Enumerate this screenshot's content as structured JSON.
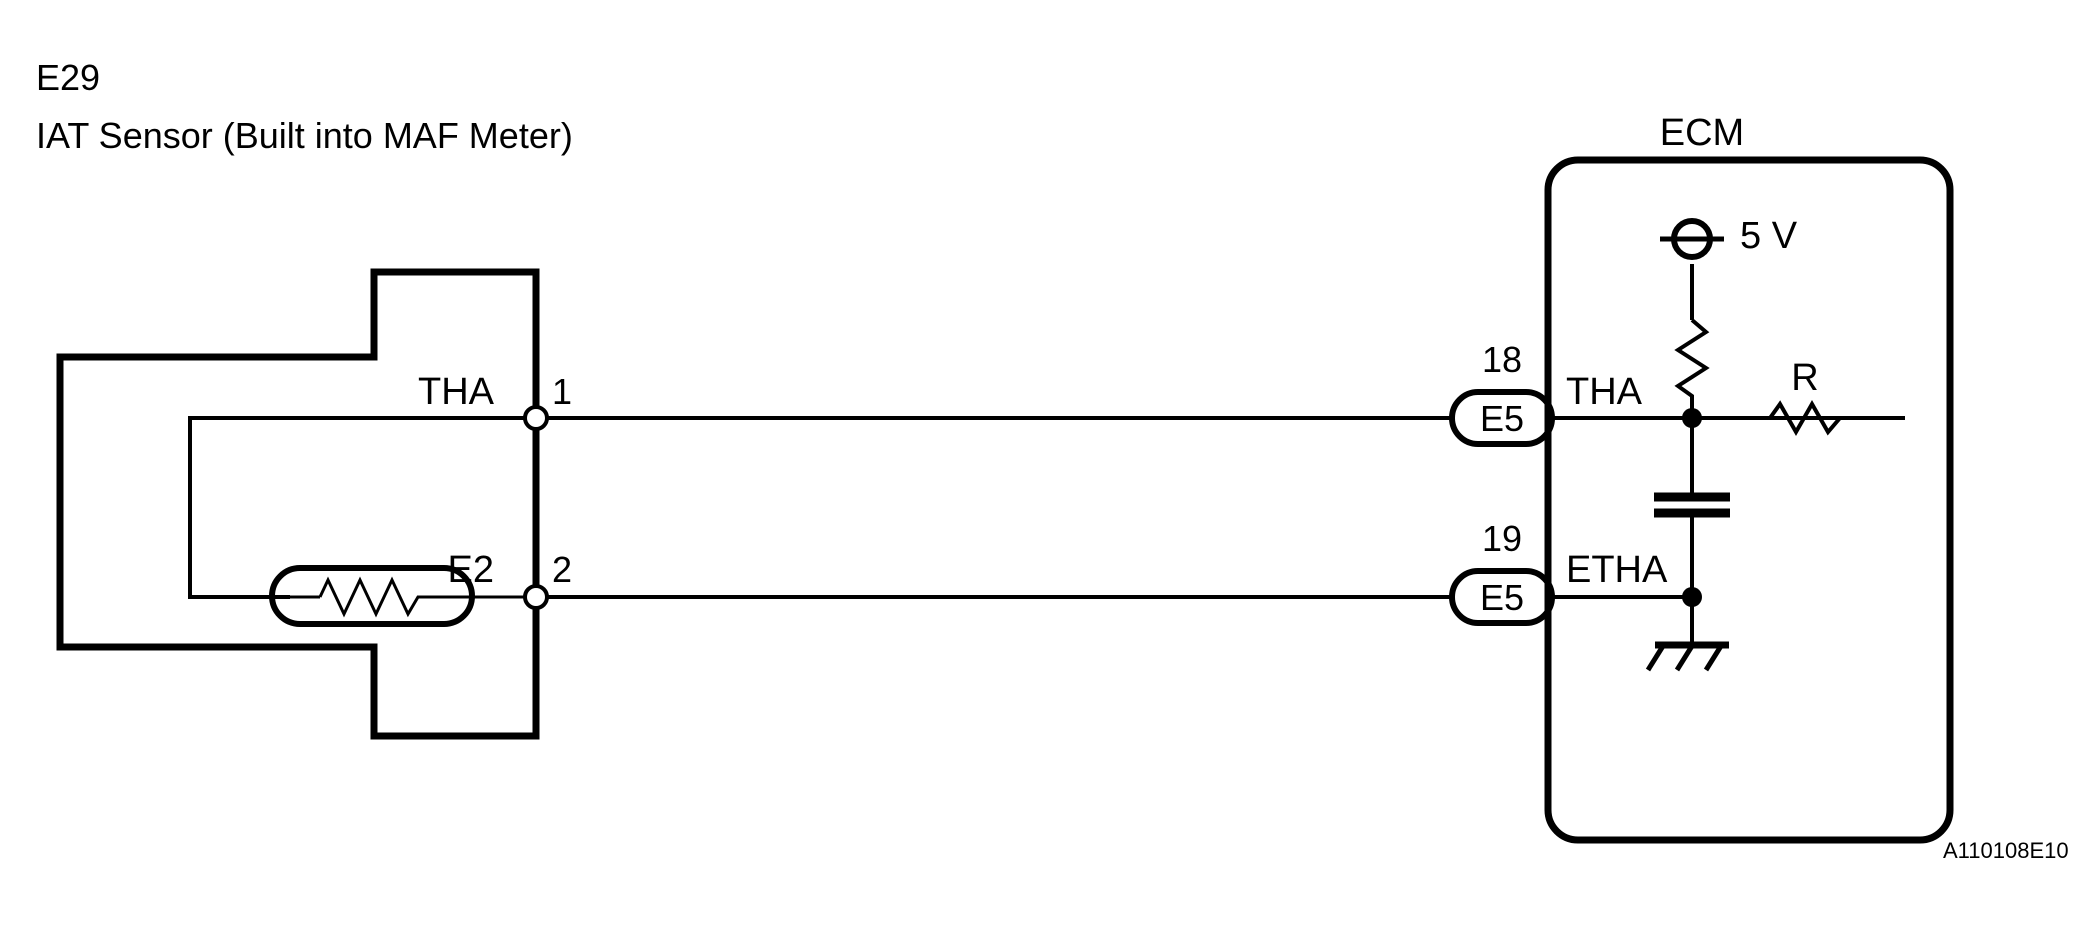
{
  "diagram": {
    "type": "automotive-wiring-schematic",
    "figure_id": "A110108E10",
    "sensor": {
      "connector_code": "E29",
      "name": "IAT Sensor (Built into MAF Meter)",
      "terminals": [
        {
          "pin": "1",
          "signal": "THA"
        },
        {
          "pin": "2",
          "signal": "E2"
        }
      ],
      "component": "thermistor"
    },
    "ecm": {
      "title": "ECM",
      "supply_label": "5 V",
      "series_resistor_label": "R",
      "pins": [
        {
          "pin": "18",
          "connector": "E5",
          "signal": "THA"
        },
        {
          "pin": "19",
          "connector": "E5",
          "signal": "ETHA"
        }
      ],
      "internal_parts": [
        "pull-up-resistor",
        "capacitor",
        "ground",
        "series-resistor"
      ]
    },
    "colors": {
      "line": "#000000",
      "background": "#ffffff"
    }
  }
}
